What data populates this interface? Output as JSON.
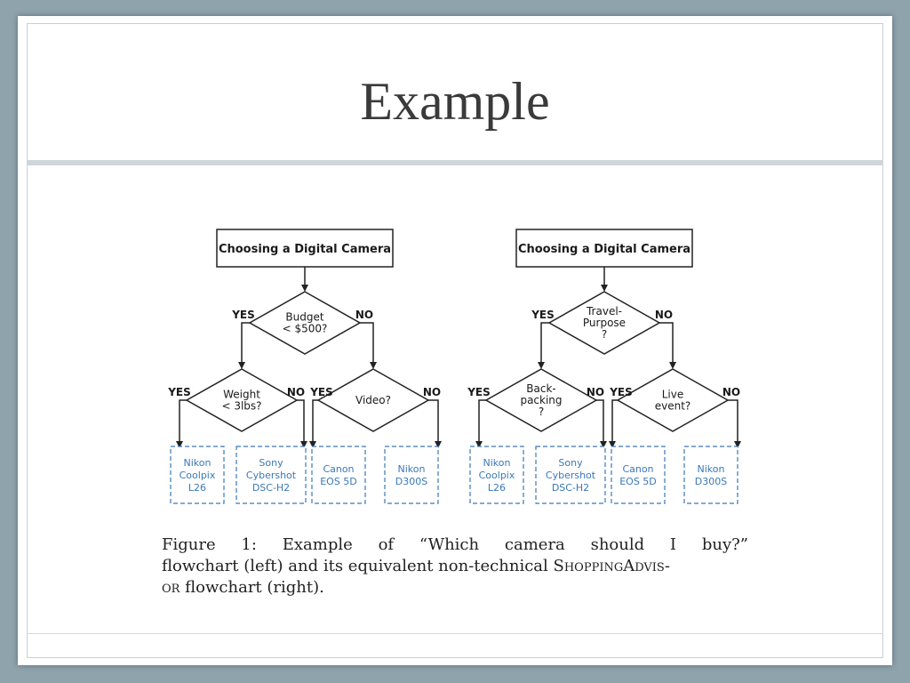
{
  "slide": {
    "title": "Example"
  },
  "figure": {
    "left": {
      "root": "Choosing a Digital Camera",
      "q1": [
        "Budget",
        "< $500?"
      ],
      "q2": [
        "Weight",
        "< 3lbs?"
      ],
      "q3": [
        "Video?"
      ],
      "leaves": [
        [
          "Nikon",
          "Coolpix",
          "L26"
        ],
        [
          "Sony",
          "Cybershot",
          "DSC-H2"
        ],
        [
          "Canon",
          "EOS 5D"
        ],
        [
          "Nikon",
          "D300S"
        ]
      ]
    },
    "right": {
      "root": "Choosing a Digital Camera",
      "q1": [
        "Travel-",
        "Purpose",
        "?"
      ],
      "q2": [
        "Back-",
        "packing",
        "?"
      ],
      "q3": [
        "Live",
        "event?"
      ],
      "leaves": [
        [
          "Nikon",
          "Coolpix",
          "L26"
        ],
        [
          "Sony",
          "Cybershot",
          "DSC-H2"
        ],
        [
          "Canon",
          "EOS 5D"
        ],
        [
          "Nikon",
          "D300S"
        ]
      ]
    },
    "yes": "YES",
    "no": "NO"
  },
  "caption": {
    "line1": [
      "Figure",
      "1:",
      "Example",
      "of",
      "“Which",
      "camera",
      "should",
      "I",
      "buy?”"
    ],
    "line2_a": "flowchart (left) and its equivalent non-technical ",
    "line2_b": "ShoppingAdvis-",
    "line3_a": "or",
    "line3_b": " flowchart (right)."
  }
}
